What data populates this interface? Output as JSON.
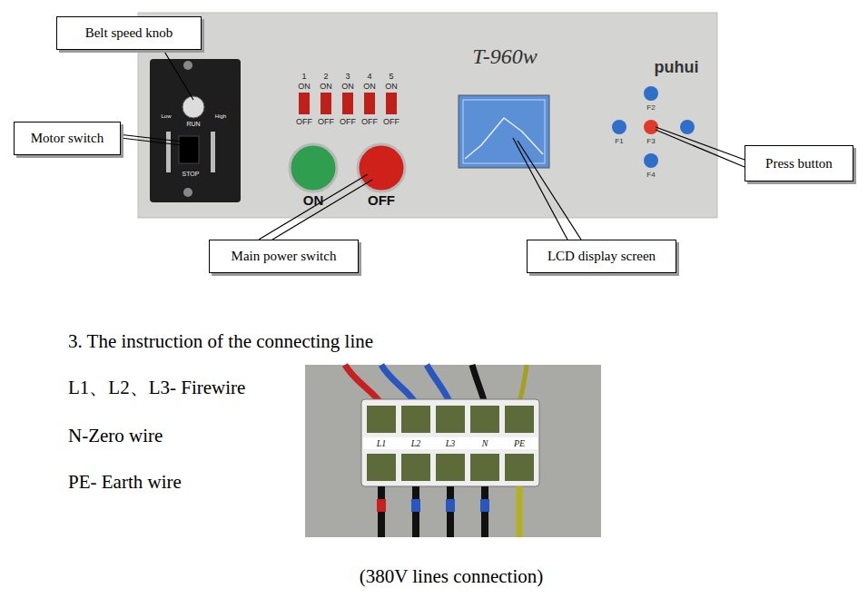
{
  "diagram": {
    "caption": "(380V lines connection)",
    "nodes": [
      {
        "text": [
          "Belt speed knob"
        ]
      },
      {
        "text": [
          "Motor switch"
        ]
      },
      {
        "text": [
          "Main power switch"
        ]
      },
      {
        "text": [
          "LCD display screen"
        ]
      },
      {
        "text": [
          "Press button"
        ]
      }
    ],
    "labels": [
      "1",
      "2",
      "3",
      "4",
      "5",
      "ON",
      "ON",
      "ON",
      "ON",
      "ON",
      "OFF",
      "OFF",
      "OFF",
      "OFF",
      "OFF",
      "ON",
      "OFF",
      "T-960w",
      "puhui",
      "F2",
      "F1",
      "F3",
      "F4",
      "RUN",
      "STOP",
      "Low",
      "High",
      "3. The instruction of the connecting line",
      "L1、L2、L3- Firewire",
      "N-Zero wire",
      "PE- Earth wire",
      "L1",
      "L2",
      "L3",
      "N",
      "PE"
    ]
  }
}
